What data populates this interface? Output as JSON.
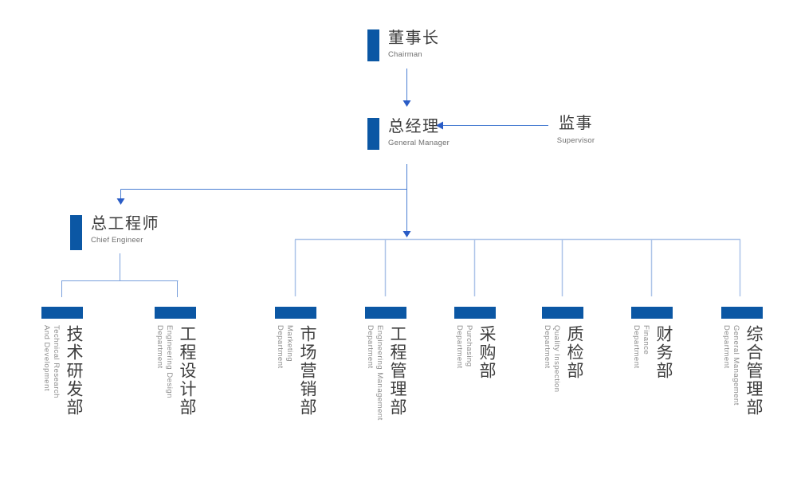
{
  "palette": {
    "node_bar_blue": "#0b57a4",
    "connector_primary": "#4a7ed2",
    "connector_secondary": "#7aa0dc",
    "connector_light": "#adc4e8",
    "arrowhead_blue": "#2a5cc6",
    "title_text": "#3c3c3c",
    "subtitle_text": "#6e6e6e",
    "department_cn_text": "#3f3f3f",
    "department_en_text": "#8c8c8c"
  },
  "nodes": {
    "chairman": {
      "title": "董事长",
      "subtitle": "Chairman"
    },
    "general_manager": {
      "title": "总经理",
      "subtitle": "General Manager"
    },
    "supervisor": {
      "title": "监事",
      "subtitle": "Supervisor"
    },
    "chief_engineer": {
      "title": "总工程师",
      "subtitle": "Chief Engineer"
    }
  },
  "departments": [
    {
      "name": "技术研发部",
      "name_en": "Technical Research\nAnd Development"
    },
    {
      "name": "工程设计部",
      "name_en": "Engineering Design\nDepartment"
    },
    {
      "name": "市场营销部",
      "name_en": "Marketing\nDepartment"
    },
    {
      "name": "工程管理部",
      "name_en": "Engineering Management\nDepartment"
    },
    {
      "name": "采购部",
      "name_en": "Purchasing\nDepartment"
    },
    {
      "name": "质检部",
      "name_en": "Quality Inspection\nDepartment"
    },
    {
      "name": "财务部",
      "name_en": "Finance\nDepartment"
    },
    {
      "name": "综合管理部",
      "name_en": "General Management\nDepartment"
    }
  ]
}
